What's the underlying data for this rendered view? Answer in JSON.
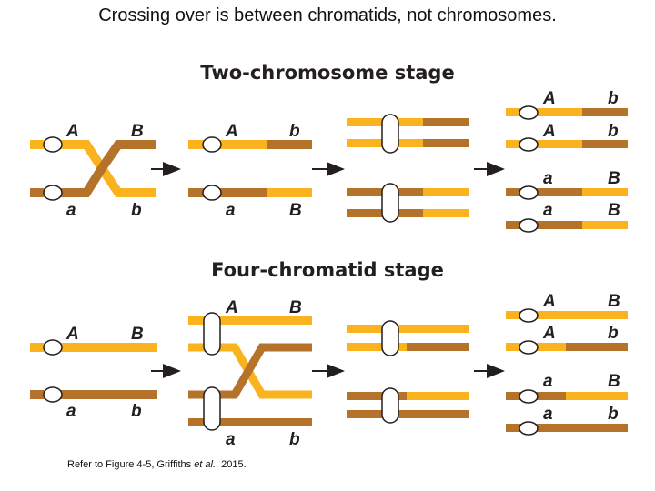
{
  "title": "Crossing over is between chromatids, not chromosomes.",
  "headings": {
    "two_chromosome": "Two-chromosome stage",
    "four_chromatid": "Four-chromatid stage"
  },
  "alleles": {
    "dominant_first": "A",
    "dominant_second": "B",
    "recessive_first": "a",
    "recessive_second": "b"
  },
  "citation": {
    "prefix": "Refer to Figure 4-5, Griffiths ",
    "italic": "et al.",
    "suffix": ", 2015."
  },
  "colors": {
    "light_chromosome": "#fbb21f",
    "dark_chromosome": "#b5722b",
    "centromere_fill": "#ffffff",
    "centromere_stroke": "#231f20",
    "text": "#231f20"
  },
  "icons": {
    "arrow": "arrow-right-icon",
    "centromere": "centromere-icon"
  }
}
